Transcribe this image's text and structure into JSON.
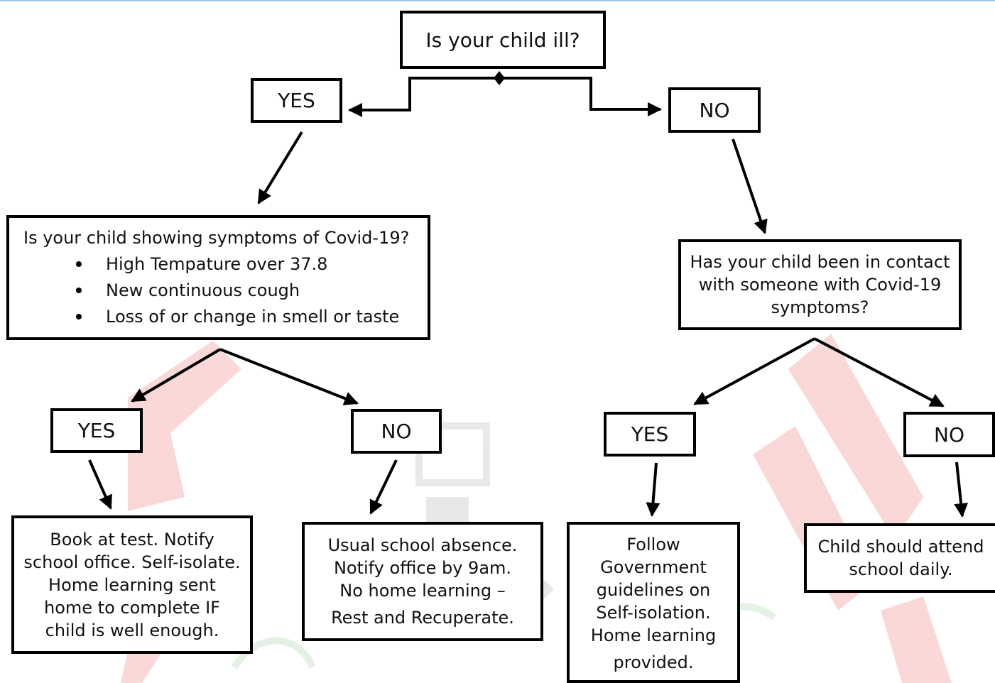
{
  "colors": {
    "box_border": "#000000",
    "watermark_red": "#f6b8b8",
    "watermark_green": "#cfe6cf",
    "watermark_gray": "#d7d7d7",
    "top_rule": "#9cc4e4"
  },
  "root": {
    "question": "Is your child ill?"
  },
  "left_branch": {
    "answer": "YES",
    "question": {
      "title": "Is your child showing symptoms of Covid-19?",
      "symptoms": [
        "High Tempature over 37.8",
        "New continuous cough",
        "Loss of or change in smell or taste"
      ]
    },
    "yes": {
      "label": "YES",
      "outcome": [
        "Book at test. Notify",
        "school office. Self-isolate.",
        "Home learning sent",
        "home to complete IF",
        "child is well enough."
      ]
    },
    "no": {
      "label": "NO",
      "outcome": [
        "Usual school absence.",
        "Notify office by 9am.",
        "No home learning –",
        "Rest and Recuperate."
      ]
    }
  },
  "right_branch": {
    "answer": "NO",
    "question": [
      "Has your child been in contact",
      "with someone with Covid-19",
      "symptoms?"
    ],
    "yes": {
      "label": "YES",
      "outcome": [
        "Follow",
        "Government",
        "guidelines on",
        "Self-isolation.",
        "Home learning",
        "provided."
      ]
    },
    "no": {
      "label": "NO",
      "outcome": [
        "Child should attend",
        "school daily."
      ]
    }
  }
}
